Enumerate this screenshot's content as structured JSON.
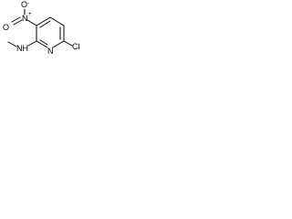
{
  "structure": {
    "atoms": {
      "nitro_oxygen": "O",
      "nitro_oxygen_charge": "-",
      "nitro_nitrogen": "N",
      "nitro_nitrogen_charge": "+",
      "nitro_double_oxygen": "O",
      "ring_nitrogen": "N",
      "chlorine": "Cl",
      "amine": "NH",
      "methyl": ""
    }
  }
}
